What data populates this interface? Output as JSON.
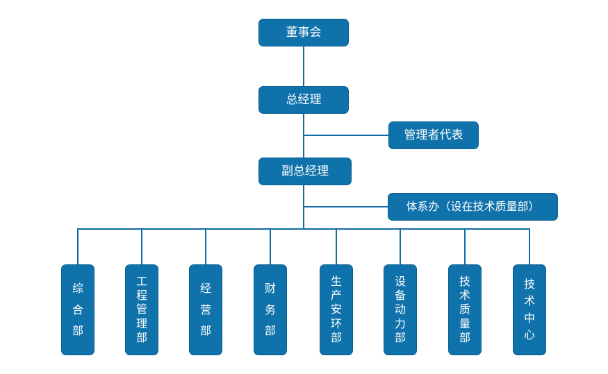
{
  "org_chart": {
    "nodes": {
      "board": {
        "label": "董事会"
      },
      "general_manager": {
        "label": "总经理"
      },
      "management_rep": {
        "label": "管理者代表"
      },
      "deputy_general_manager": {
        "label": "副总经理"
      },
      "system_office": {
        "label": "体系办（设在技术质量部）"
      },
      "departments": [
        {
          "label": "综合部"
        },
        {
          "label": "工程管理部"
        },
        {
          "label": "经营部"
        },
        {
          "label": "财务部"
        },
        {
          "label": "生产安环部"
        },
        {
          "label": "设备动力部"
        },
        {
          "label": "技术质量部"
        },
        {
          "label": "技术中心"
        }
      ]
    },
    "colors": {
      "box_fill": "#0f72ab",
      "box_border": "#0b5f8f",
      "connector_line": "#0e6ba3",
      "text": "#ffffff",
      "background": "#ffffff"
    }
  }
}
